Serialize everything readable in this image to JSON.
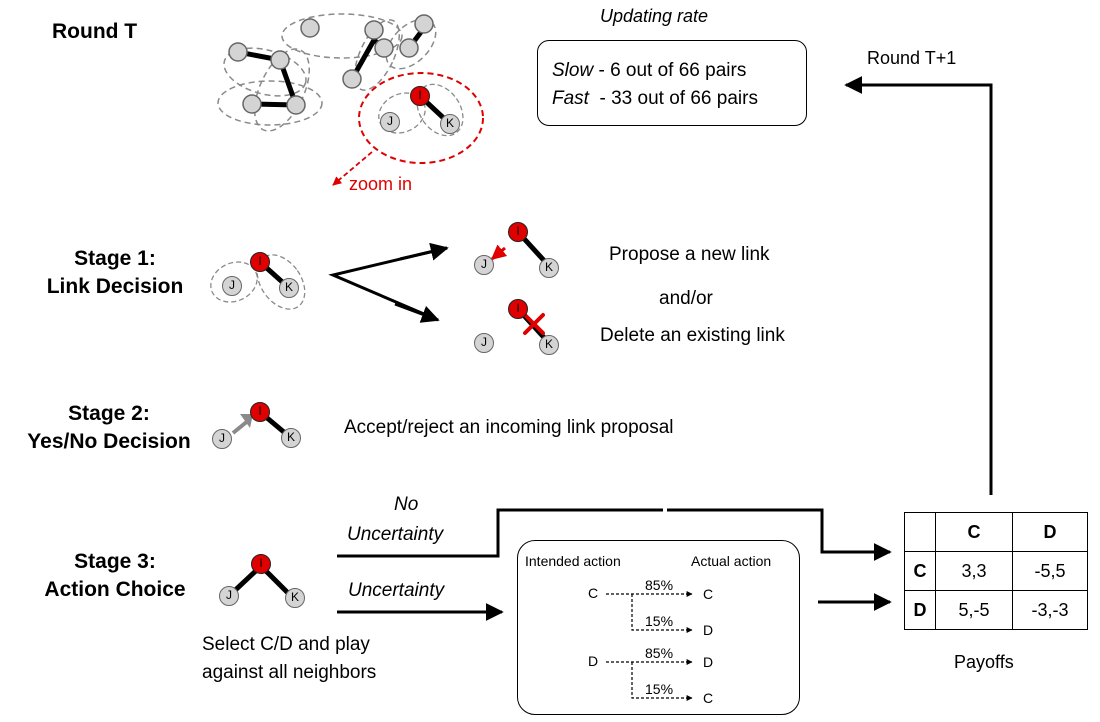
{
  "round_t": "Round T",
  "round_t1": "Round T+1",
  "updating_rate": {
    "title": "Updating rate",
    "slow_label": "Slow",
    "slow_text": " - 6 out of 66 pairs",
    "fast_label": "Fast",
    "fast_text": "  - 33 out of 66 pairs"
  },
  "zoom_label": "zoom in",
  "nodes": {
    "i": "I",
    "j": "J",
    "k": "K"
  },
  "stage1": {
    "title_line1": "Stage 1:",
    "title_line2": "Link Decision",
    "propose": "Propose a new link",
    "andor": "and/or",
    "delete": "Delete an existing link"
  },
  "stage2": {
    "title_line1": "Stage 2:",
    "title_line2": "Yes/No Decision",
    "text": "Accept/reject an incoming link proposal"
  },
  "stage3": {
    "title_line1": "Stage 3:",
    "title_line2": "Action Choice",
    "caption_line1": "Select C/D and play",
    "caption_line2": "against all neighbors",
    "no_unc_line1": "No",
    "no_unc_line2": "Uncertainty",
    "unc": "Uncertainty"
  },
  "uncertainty_box": {
    "intended": "Intended action",
    "actual": "Actual action",
    "rows": [
      {
        "from": "C",
        "pct": "85%",
        "to": "C"
      },
      {
        "from": "",
        "pct": "15%",
        "to": "D"
      },
      {
        "from": "D",
        "pct": "85%",
        "to": "D"
      },
      {
        "from": "",
        "pct": "15%",
        "to": "C"
      }
    ]
  },
  "payoffs": {
    "caption": "Payoffs",
    "col_headers": [
      "C",
      "D"
    ],
    "rows": [
      {
        "label": "C",
        "cells": [
          "3,3",
          "-5,5"
        ]
      },
      {
        "label": "D",
        "cells": [
          "5,-5",
          "-3,-3"
        ]
      }
    ]
  },
  "colors": {
    "accent_red": "#e00000",
    "node_gray": "#d4d4d4",
    "dashed_gray": "#8a8a8a"
  }
}
